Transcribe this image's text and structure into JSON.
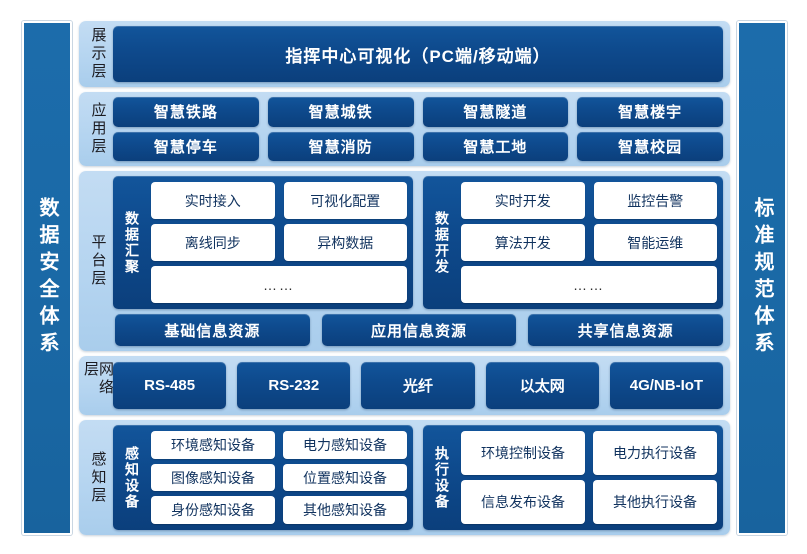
{
  "pillars": {
    "left": "数据安全体系",
    "right": "标准规范体系"
  },
  "colors": {
    "pillar": "#1a69a6",
    "layer_bg": "#b4d4f0",
    "navy": "#0e4a8d",
    "chip_bg": "#ffffff",
    "chip_text": "#10325e",
    "label_text": "#1c1c22",
    "page_bg": "#ffffff"
  },
  "layers": {
    "presentation": {
      "label": "展示层",
      "banner": "指挥中心可视化（PC端/移动端）"
    },
    "application": {
      "label": "应用层",
      "rows": [
        [
          "智慧铁路",
          "智慧城铁",
          "智慧隧道",
          "智慧楼宇"
        ],
        [
          "智慧停车",
          "智慧消防",
          "智慧工地",
          "智慧校园"
        ]
      ]
    },
    "platform": {
      "label": "平台层",
      "groups": [
        {
          "title": "数据汇聚",
          "rows": [
            [
              "实时接入",
              "可视化配置"
            ],
            [
              "离线同步",
              "异构数据"
            ]
          ],
          "more": "……"
        },
        {
          "title": "数据开发",
          "rows": [
            [
              "实时开发",
              "监控告警"
            ],
            [
              "算法开发",
              "智能运维"
            ]
          ],
          "more": "……"
        }
      ],
      "resources": [
        "基础信息资源",
        "应用信息资源",
        "共享信息资源"
      ]
    },
    "network": {
      "label": "网络层",
      "items": [
        "RS-485",
        "RS-232",
        "光纤",
        "以太网",
        "4G/NB-IoT"
      ]
    },
    "perception": {
      "label": "感知层",
      "groups": [
        {
          "title": "感知设备",
          "rows": [
            [
              "环境感知设备",
              "电力感知设备"
            ],
            [
              "图像感知设备",
              "位置感知设备"
            ],
            [
              "身份感知设备",
              "其他感知设备"
            ]
          ]
        },
        {
          "title": "执行设备",
          "rows": [
            [
              "环境控制设备",
              "电力执行设备"
            ],
            [
              "信息发布设备",
              "其他执行设备"
            ]
          ]
        }
      ]
    }
  }
}
